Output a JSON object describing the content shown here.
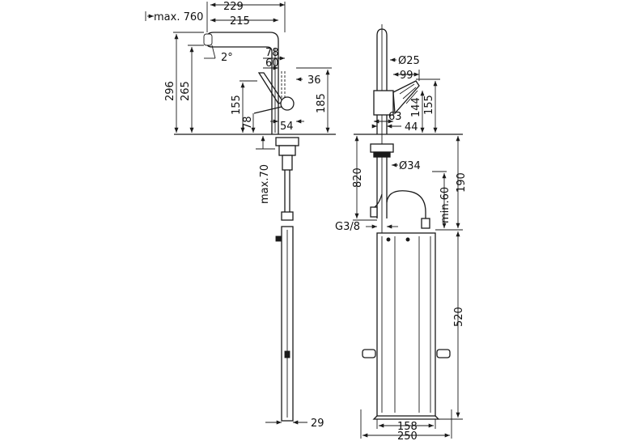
{
  "labels": {
    "max_760": "max. 760",
    "d229": "229",
    "d215": "215",
    "angle_2": "2°",
    "d78": "78",
    "d60": "60",
    "d36": "36",
    "d296": "296",
    "d265": "265",
    "d155_left": "155",
    "d78_left": "78",
    "d185": "185",
    "d54": "54",
    "max_70": "max.70",
    "d29": "29",
    "dia25": "Ø25",
    "d99": "99",
    "d144": "144",
    "d155_right": "155",
    "d63": "63",
    "d44": "44",
    "d820": "820",
    "dia34": "Ø34",
    "d190": "190",
    "min_60": "min.60",
    "g38": "G3/8",
    "d520": "520",
    "d158": "158",
    "d250": "250"
  }
}
